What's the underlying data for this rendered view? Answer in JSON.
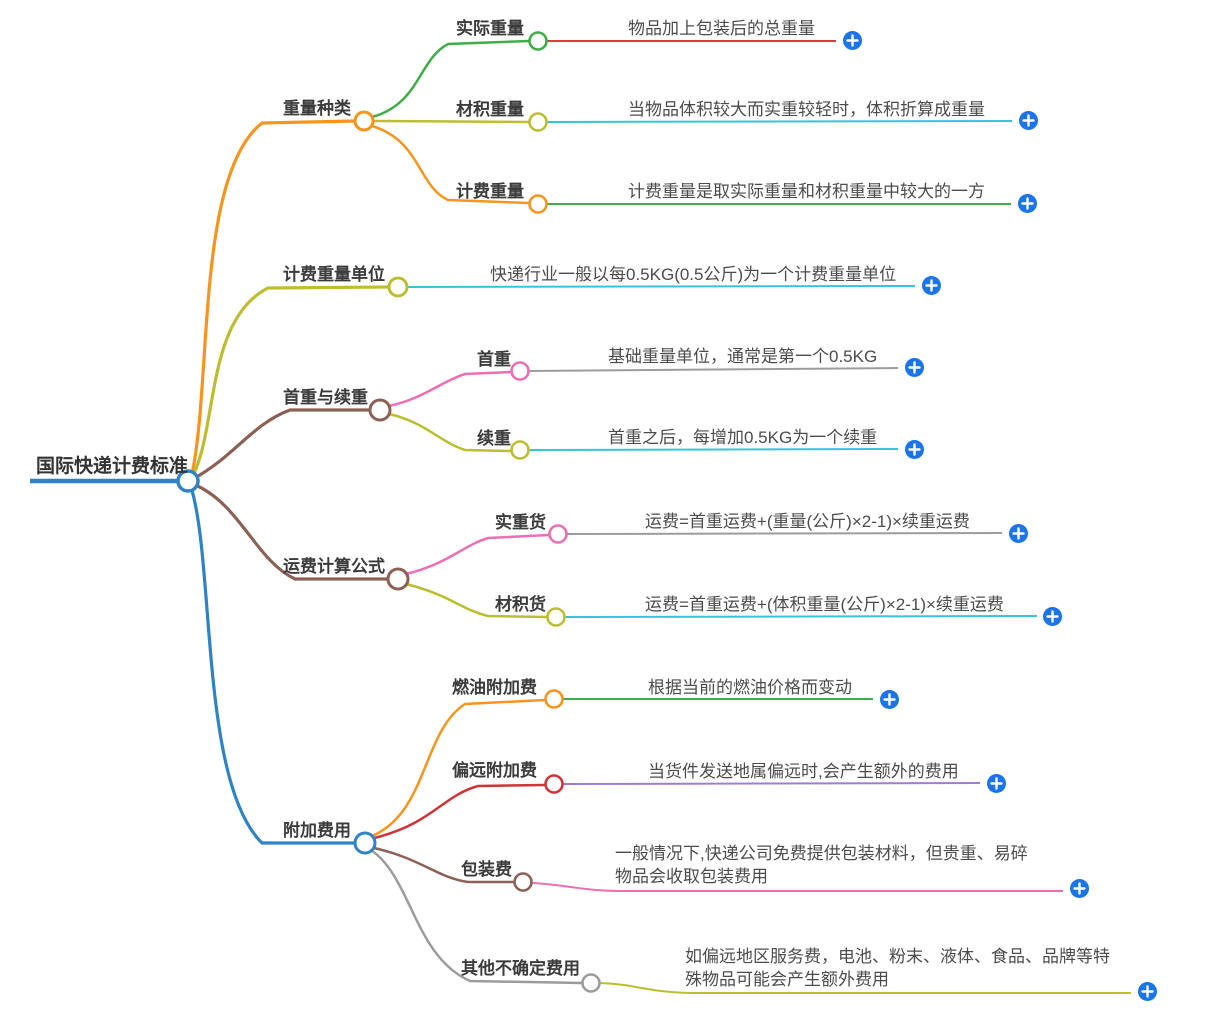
{
  "root": {
    "label": "国际快递计费标准"
  },
  "branches": [
    {
      "label": "重量种类",
      "children": [
        {
          "label": "实际重量",
          "desc": "物品加上包装后的总重量"
        },
        {
          "label": "材积重量",
          "desc": "当物品体积较大而实重较轻时，体积折算成重量"
        },
        {
          "label": "计费重量",
          "desc": "计费重量是取实际重量和材积重量中较大的一方"
        }
      ]
    },
    {
      "label": "计费重量单位",
      "desc": "快递行业一般以每0.5KG(0.5公斤)为一个计费重量单位"
    },
    {
      "label": "首重与续重",
      "children": [
        {
          "label": "首重",
          "desc": "基础重量单位，通常是第一个0.5KG"
        },
        {
          "label": "续重",
          "desc": "首重之后，每增加0.5KG为一个续重"
        }
      ]
    },
    {
      "label": "运费计算公式",
      "children": [
        {
          "label": "实重货",
          "desc": "运费=首重运费+(重量(公斤)×2-1)×续重运费"
        },
        {
          "label": "材积货",
          "desc": "运费=首重运费+(体积重量(公斤)×2-1)×续重运费"
        }
      ]
    },
    {
      "label": "附加费用",
      "children": [
        {
          "label": "燃油附加费",
          "desc": "根据当前的燃油价格而变动"
        },
        {
          "label": "偏远附加费",
          "desc": "当货件发送地属偏远时,会产生额外的费用"
        },
        {
          "label": "包装费",
          "desc": "一般情况下,快递公司免费提供包装材料，但贵重、易碎物品会收取包装费用"
        },
        {
          "label": "其他不确定费用",
          "desc": "如偏远地区服务费，电池、粉末、液体、食品、品牌等特殊物品可能会产生额外费用"
        }
      ]
    }
  ],
  "colors": {
    "blue": "#2e82c6",
    "plus_blue": "#1b74e8",
    "orange": "#f7941e",
    "green": "#3fae49",
    "red": "#dd3a3e",
    "cyan": "#35c3dd",
    "olive": "#bcbe30",
    "brown": "#8c6055",
    "pink": "#ee6eb4",
    "purple": "#9c7fd3",
    "gray": "#9c9c9c"
  }
}
